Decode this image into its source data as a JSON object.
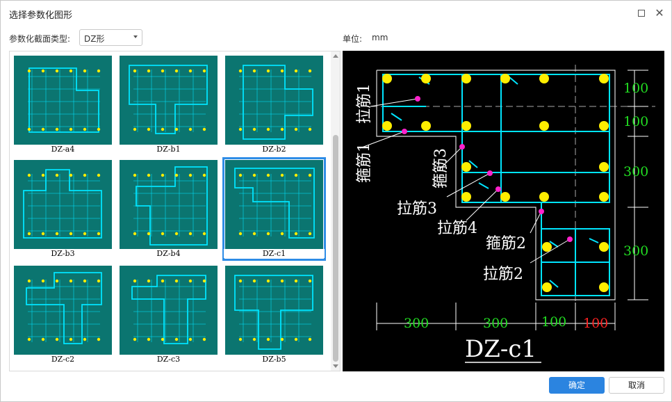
{
  "window": {
    "title": "选择参数化图形",
    "maximize_icon": "maximize-icon",
    "close_icon": "close-icon",
    "close_glyph": "✕"
  },
  "toolbar": {
    "type_label": "参数化截面类型:",
    "type_value": "DZ形",
    "unit_label": "单位:",
    "unit_value": "mm"
  },
  "gallery": {
    "tiles": [
      {
        "caption": "DZ-a4",
        "selected": false
      },
      {
        "caption": "DZ-b1",
        "selected": false
      },
      {
        "caption": "DZ-b2",
        "selected": false
      },
      {
        "caption": "DZ-b3",
        "selected": false
      },
      {
        "caption": "DZ-b4",
        "selected": false
      },
      {
        "caption": "DZ-c1",
        "selected": true
      },
      {
        "caption": "DZ-c2",
        "selected": false
      },
      {
        "caption": "DZ-c3",
        "selected": false
      },
      {
        "caption": "DZ-b5",
        "selected": false
      }
    ],
    "tile_bg": "#0b7570"
  },
  "preview": {
    "title": "DZ-c1",
    "labels": {
      "l1": "拉筋1",
      "l2": "箍筋1",
      "l3": "箍筋3",
      "l4": "拉筋3",
      "l5": "拉筋4",
      "l6": "箍筋2",
      "l7": "拉筋2"
    },
    "right_dims": [
      "100",
      "100",
      "300",
      "300"
    ],
    "bottom_dims": [
      "300",
      "300",
      "100",
      "100"
    ],
    "colors": {
      "stirrup": "#00e5ff",
      "rebar": "#ffee00",
      "marker": "#ff22cc",
      "dim_green": "#22dd22",
      "dim_red": "#ff2222",
      "label": "#ffffff"
    }
  },
  "buttons": {
    "ok": "确定",
    "cancel": "取消"
  }
}
